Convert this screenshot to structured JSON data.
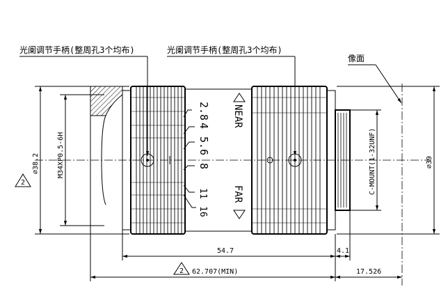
{
  "callouts": {
    "iris_handle_left": "光阑调节手柄(整周孔3个均布)",
    "iris_handle_right": "光阑调节手柄(整周孔3个均布)",
    "image_plane": "像面"
  },
  "focus": {
    "near": "NEAR",
    "far": "FAR"
  },
  "aperture_scale": [
    "2.8",
    "4",
    "5.6",
    "8",
    "11",
    "16"
  ],
  "dimensions": {
    "front_dia": "⌀38.2",
    "filter_thread": "M34XP0.5-6H",
    "mount_thread": "C-MOUNT(1-32UNF)",
    "rear_dia": "⌀39",
    "body_length": "54.7",
    "mount_length": "4.1",
    "total_length": "62.707(MIN)",
    "flange_back": "17.526",
    "datum_mark": "2"
  }
}
